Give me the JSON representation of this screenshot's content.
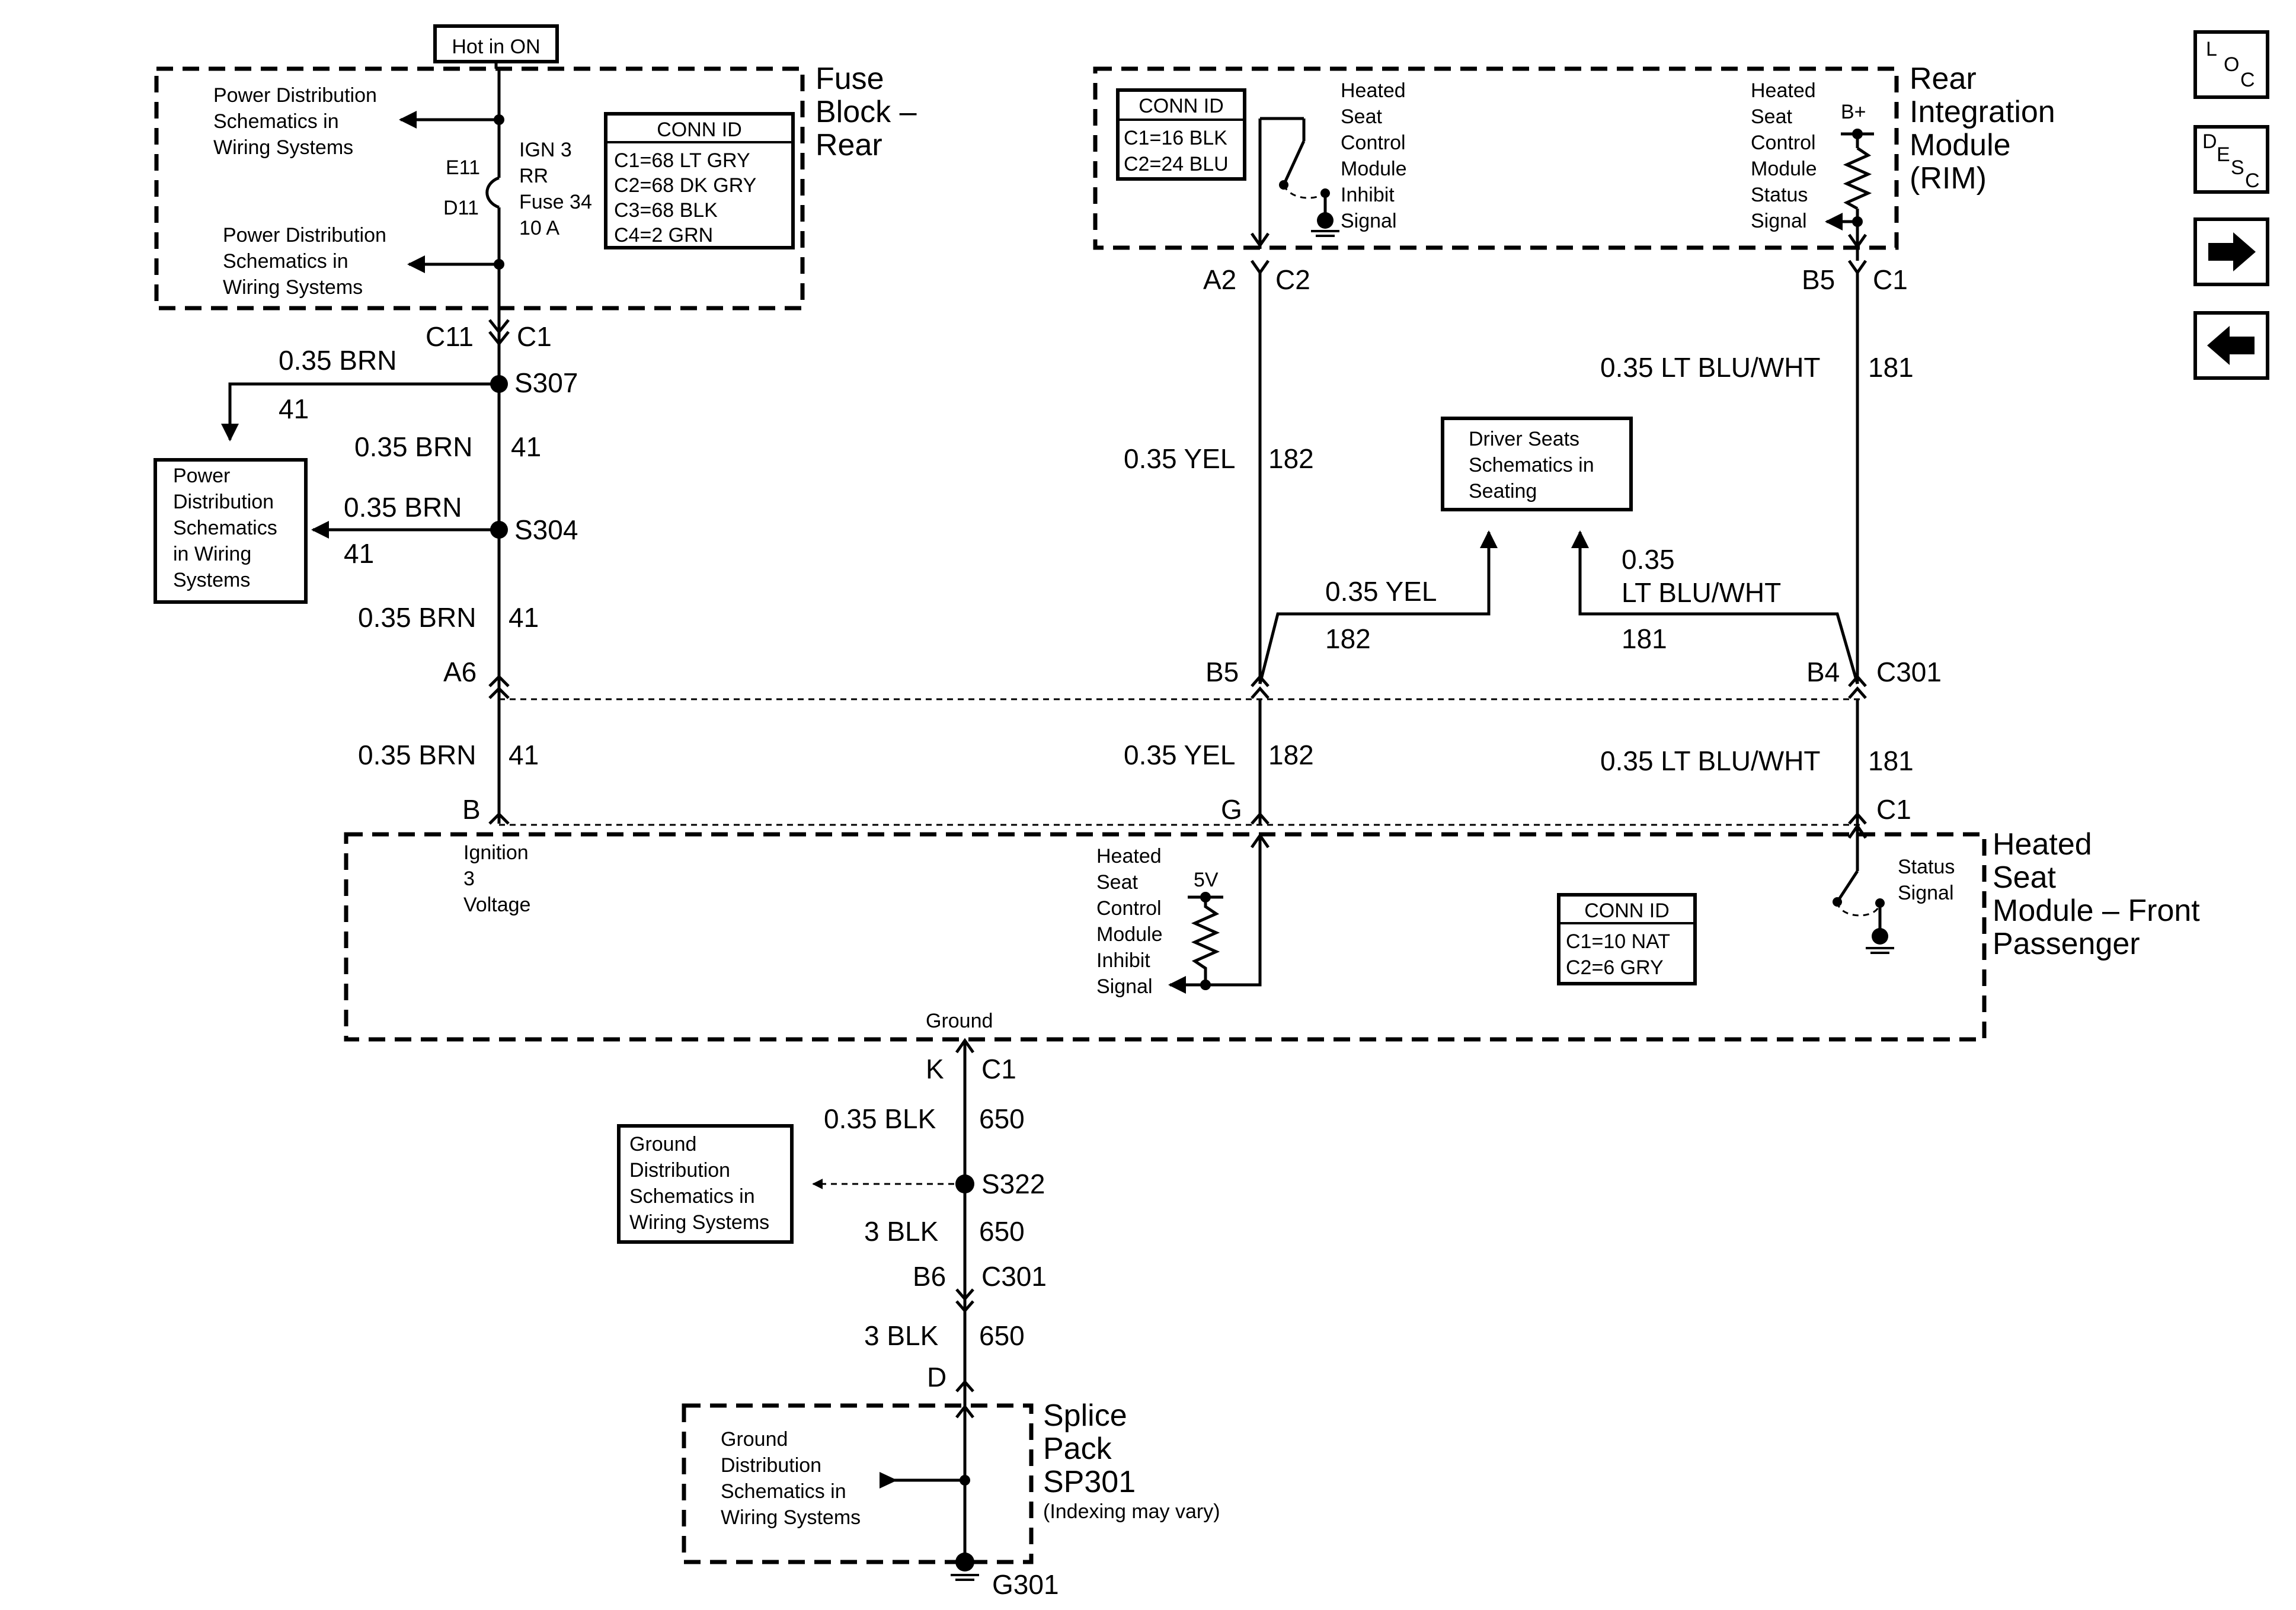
{
  "header": {
    "hot_in": "Hot in ON"
  },
  "nav": {
    "loc": [
      "L",
      "O",
      "C"
    ],
    "desc": [
      "D",
      "E",
      "S",
      "C"
    ],
    "forward_arrow": "right-arrow-icon",
    "back_arrow": "left-arrow-icon"
  },
  "fuse_block": {
    "title": [
      "Fuse",
      "Block –",
      "Rear"
    ],
    "pd_top": [
      "Power Distribution",
      "Schematics in",
      "Wiring Systems"
    ],
    "pd_bottom": [
      "Power Distribution",
      "Schematics in",
      "Wiring Systems"
    ],
    "e11": "E11",
    "d11": "D11",
    "fuse_label": [
      "IGN 3",
      "RR",
      "Fuse 34",
      "10 A"
    ],
    "conn_title": "CONN ID",
    "conn_items": [
      "C1=68 LT GRY",
      "C2=68 DK GRY",
      "C3=68 BLK",
      "C4=2 GRN"
    ]
  },
  "rim": {
    "title": [
      "Rear",
      "Integration",
      "Module",
      "(RIM)"
    ],
    "conn_title": "CONN ID",
    "conn_items": [
      "C1=16 BLK",
      "C2=24 BLU"
    ],
    "inhibit_label": [
      "Heated",
      "Seat",
      "Control",
      "Module",
      "Inhibit",
      "Signal"
    ],
    "status_label": [
      "Heated",
      "Seat",
      "Control",
      "Module",
      "Status",
      "Signal"
    ],
    "bplus": "B+"
  },
  "connectors": {
    "c11": "C11",
    "c1_top": "C1",
    "a2": "A2",
    "c2": "C2",
    "b5_top": "B5",
    "c1_rim": "C1",
    "a6": "A6",
    "b5_c301": "B5",
    "b4": "B4",
    "c301": "C301",
    "b": "B",
    "g": "G",
    "c1_hsm": "C1",
    "k": "K",
    "c1_gnd": "C1",
    "b6": "B6",
    "c301_gnd": "C301",
    "d": "D"
  },
  "wires": {
    "brn_size": "0.35 BRN",
    "brn_circuit": "41",
    "yel_size": "0.35 YEL",
    "yel_circuit": "182",
    "ltblu_size": "0.35 LT BLU/WHT",
    "ltblu_circuit": "181",
    "ltblu_split_a": "0.35",
    "ltblu_split_b": "LT BLU/WHT",
    "blk_small": "0.35 BLK",
    "blk_circuit": "650",
    "blk_big": "3 BLK"
  },
  "splices": {
    "s307": "S307",
    "s304": "S304",
    "s322": "S322"
  },
  "pd_left_box": [
    "Power",
    "Distribution",
    "Schematics",
    "in Wiring",
    "Systems"
  ],
  "driver_seats_box": [
    "Driver Seats",
    "Schematics in",
    "Seating"
  ],
  "hsm": {
    "title": [
      "Heated",
      "Seat",
      "Module – Front",
      "Passenger"
    ],
    "ignition": [
      "Ignition",
      "3",
      "Voltage"
    ],
    "inhibit": [
      "Heated",
      "Seat",
      "Control",
      "Module",
      "Inhibit",
      "Signal"
    ],
    "five_v": "5V",
    "status": [
      "Status",
      "Signal"
    ],
    "ground": "Ground",
    "conn_title": "CONN ID",
    "conn_items": [
      "C1=10 NAT",
      "C2=6 GRY"
    ]
  },
  "ground_box": [
    "Ground",
    "Distribution",
    "Schematics in",
    "Wiring Systems"
  ],
  "splice_pack": {
    "title": [
      "Splice",
      "Pack",
      "SP301"
    ],
    "note": "(Indexing may vary)",
    "inner": [
      "Ground",
      "Distribution",
      "Schematics in",
      "Wiring Systems"
    ]
  },
  "g301": "G301"
}
